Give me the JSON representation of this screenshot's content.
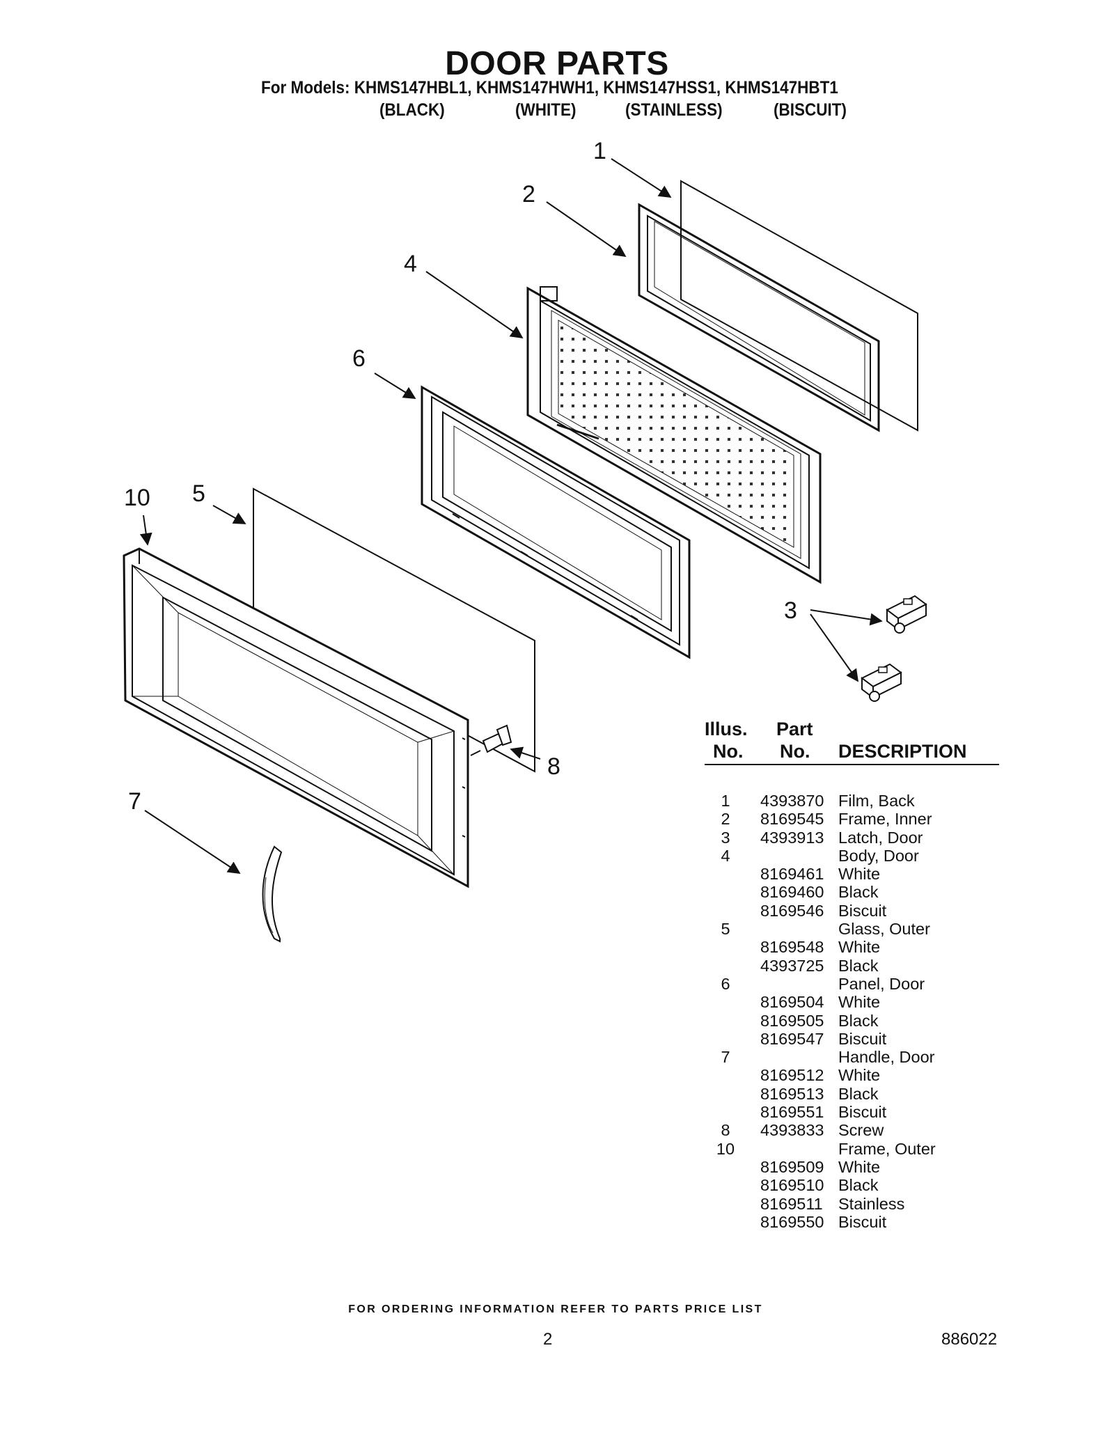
{
  "header": {
    "title": "DOOR PARTS",
    "models_line": "For Models: KHMS147HBL1, KHMS147HWH1, KHMS147HSS1, KHMS147HBT1",
    "variants": [
      "(BLACK)",
      "(WHITE)",
      "(STAINLESS)",
      "(BISCUIT)"
    ]
  },
  "diagram": {
    "callouts": [
      "1",
      "2",
      "4",
      "6",
      "10",
      "5",
      "3",
      "8",
      "7"
    ]
  },
  "table": {
    "headers": {
      "illus_line1": "Illus.",
      "illus_line2": "No.",
      "part_line1": "Part",
      "part_line2": "No.",
      "description": "DESCRIPTION"
    },
    "rows": [
      {
        "illus": "1",
        "part": "4393870",
        "desc": "Film, Back"
      },
      {
        "illus": "2",
        "part": "8169545",
        "desc": "Frame, Inner"
      },
      {
        "illus": "3",
        "part": "4393913",
        "desc": "Latch, Door"
      },
      {
        "illus": "4",
        "part": "",
        "desc": "Body, Door"
      },
      {
        "illus": "",
        "part": "8169461",
        "desc": "White"
      },
      {
        "illus": "",
        "part": "8169460",
        "desc": "Black"
      },
      {
        "illus": "",
        "part": "8169546",
        "desc": "Biscuit"
      },
      {
        "illus": "5",
        "part": "",
        "desc": "Glass, Outer"
      },
      {
        "illus": "",
        "part": "8169548",
        "desc": "White"
      },
      {
        "illus": "",
        "part": "4393725",
        "desc": "Black"
      },
      {
        "illus": "6",
        "part": "",
        "desc": "Panel, Door"
      },
      {
        "illus": "",
        "part": "8169504",
        "desc": "White"
      },
      {
        "illus": "",
        "part": "8169505",
        "desc": "Black"
      },
      {
        "illus": "",
        "part": "8169547",
        "desc": "Biscuit"
      },
      {
        "illus": "7",
        "part": "",
        "desc": "Handle, Door"
      },
      {
        "illus": "",
        "part": "8169512",
        "desc": "White"
      },
      {
        "illus": "",
        "part": "8169513",
        "desc": "Black"
      },
      {
        "illus": "",
        "part": "8169551",
        "desc": "Biscuit"
      },
      {
        "illus": "8",
        "part": "4393833",
        "desc": "Screw"
      },
      {
        "illus": "10",
        "part": "",
        "desc": "Frame, Outer"
      },
      {
        "illus": "",
        "part": "8169509",
        "desc": "White"
      },
      {
        "illus": "",
        "part": "8169510",
        "desc": "Black"
      },
      {
        "illus": "",
        "part": "8169511",
        "desc": "Stainless"
      },
      {
        "illus": "",
        "part": "8169550",
        "desc": "Biscuit"
      }
    ]
  },
  "footer": {
    "ordering_note": "FOR ORDERING INFORMATION REFER TO PARTS PRICE LIST",
    "page_number": "2",
    "document_number": "886022"
  }
}
